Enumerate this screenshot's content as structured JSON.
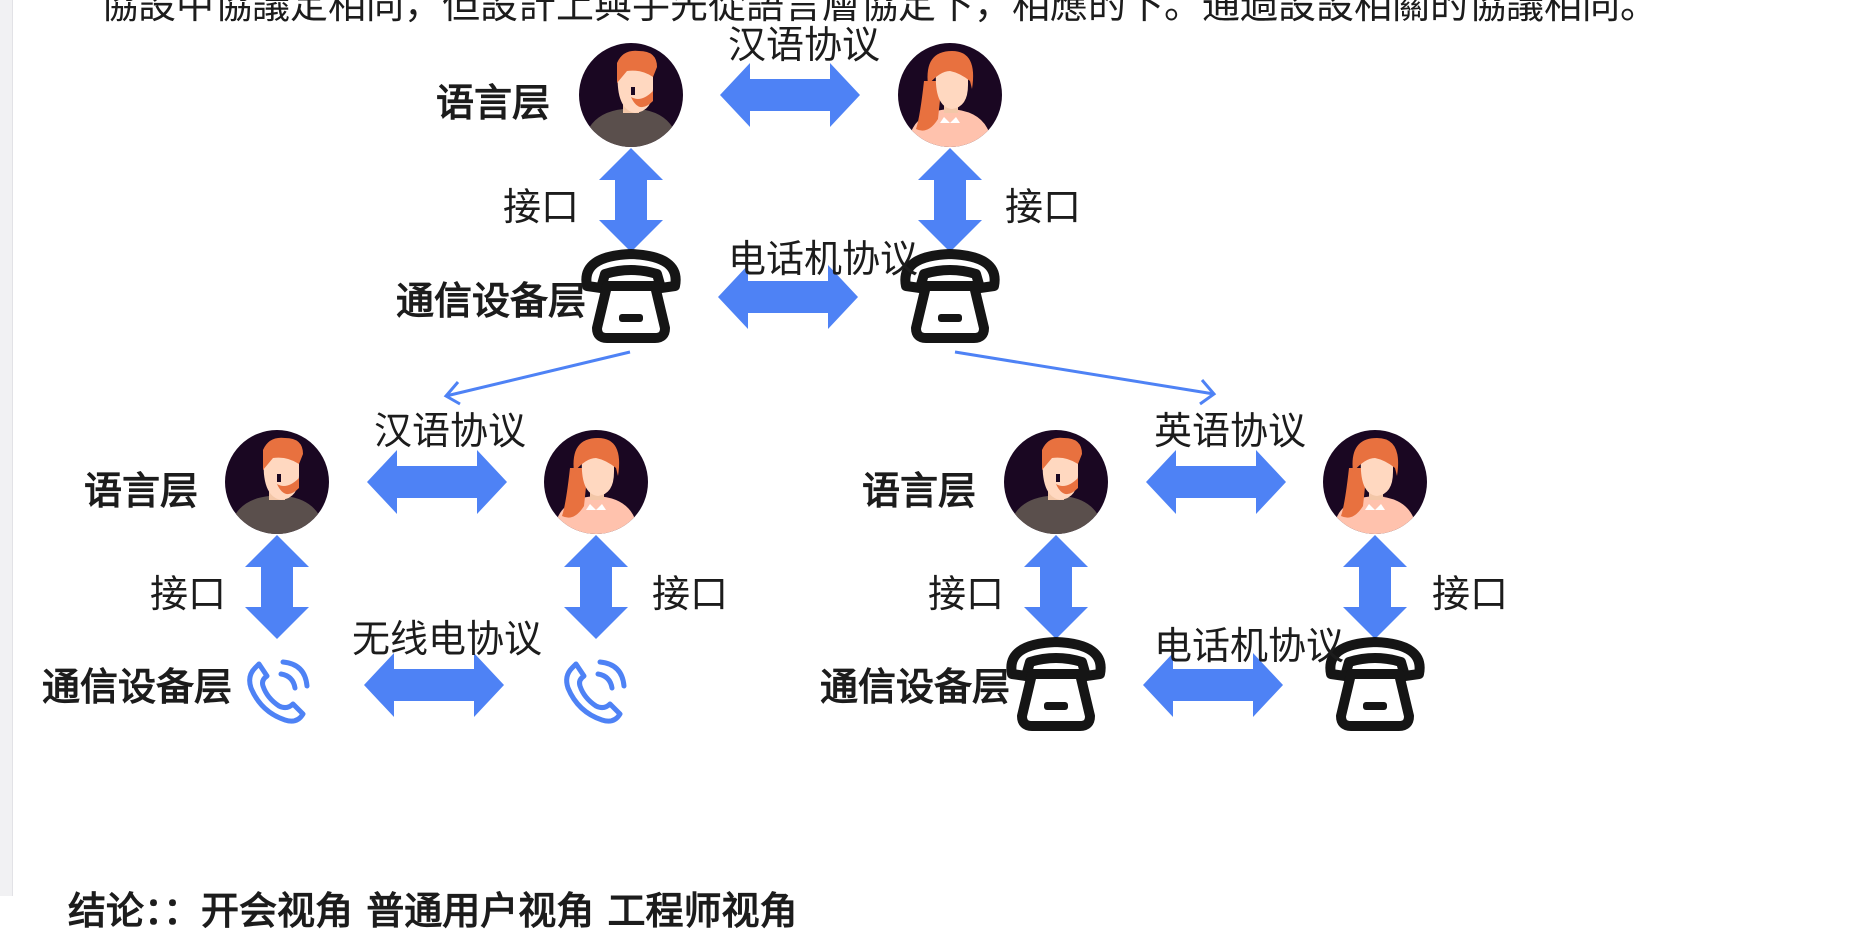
{
  "header_partial": "協設中協議定相同，但設計上與手先從語言層協定下，相應的下。通過設設相關的協議相同。",
  "top": {
    "language_layer": "语言层",
    "device_layer": "通信设备层",
    "language_protocol": "汉语协议",
    "device_protocol": "电话机协议",
    "interface_left": "接口",
    "interface_right": "接口"
  },
  "bottom_left": {
    "language_layer": "语言层",
    "device_layer": "通信设备层",
    "language_protocol": "汉语协议",
    "device_protocol": "无线电协议",
    "interface_left": "接口",
    "interface_right": "接口"
  },
  "bottom_right": {
    "language_layer": "语言层",
    "device_layer": "通信设备层",
    "language_protocol": "英语协议",
    "device_protocol": "电话机协议",
    "interface_left": "接口",
    "interface_right": "接口"
  },
  "conclusion_partial": "结论：：开会视角 普通用户视角 工程师视角",
  "colors": {
    "arrow": "#4e82f5",
    "icon_dark": "#151515",
    "avatar_bg": "#1a0722",
    "hair": "#e8713f",
    "skin": "#ffd8c0"
  }
}
